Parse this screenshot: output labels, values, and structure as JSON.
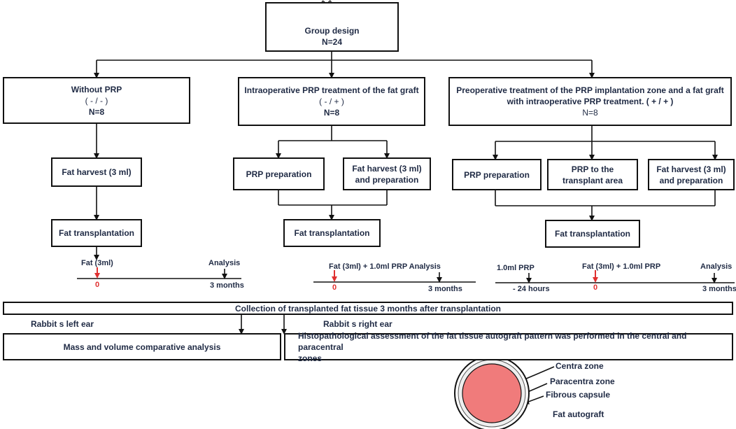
{
  "group_design": {
    "title": "Group design",
    "n": "N=24"
  },
  "groups": [
    {
      "title": "Without PRP",
      "code": "( - / - )",
      "n": "N=8"
    },
    {
      "title": "Intraoperative PRP treatment of the fat graft",
      "code": "( - / + )",
      "n": "N=8"
    },
    {
      "title_line1": "Preoperative treatment of the PRP implantation zone and a fat graft",
      "title_line2": "with intraoperative PRP treatment. ( + / + )",
      "n": "N=8"
    }
  ],
  "steps": {
    "fat_harvest_3ml": "Fat harvest (3 ml)",
    "prp_preparation": "PRP preparation",
    "fat_harvest_prep_line1": "Fat harvest (3 ml)",
    "fat_harvest_prep_line2": "and preparation",
    "prp_to_transplant_line1": "PRP to the",
    "prp_to_transplant_line2": "transplant area",
    "fat_transplantation": "Fat transplantation"
  },
  "timelines": {
    "t1": {
      "fat": "Fat (3ml)",
      "analysis": "Analysis",
      "zero": "0",
      "end": "3 months"
    },
    "t2": {
      "fat_prp_analysis": "Fat (3ml) + 1.0ml PRP Analysis",
      "zero": "0",
      "end": "3 months"
    },
    "t3": {
      "prp": "1.0ml PRP",
      "minus24": "- 24 hours",
      "fat_prp": "Fat (3ml) + 1.0ml PRP",
      "analysis": "Analysis",
      "zero": "0",
      "end": "3 months"
    }
  },
  "collection": "Collection of transplanted fat tissue 3 months after transplantation",
  "left_ear": "Rabbit s left ear",
  "right_ear": "Rabbit s right ear",
  "mass_volume": "Mass and volume comparative analysis",
  "histo_line1": "Histopathological assessment of the fat tissue autograft pattern was performed in the central and paracentral",
  "histo_line2": "zones",
  "zones": {
    "central": "Centra zone",
    "paracentral": "Paracentra zone",
    "capsule": "Fibrous capsule",
    "autograft": "Fat autograft"
  },
  "colors": {
    "accent_red": "#e03030",
    "graft_fill": "#f07b7b",
    "line": "#111111"
  }
}
